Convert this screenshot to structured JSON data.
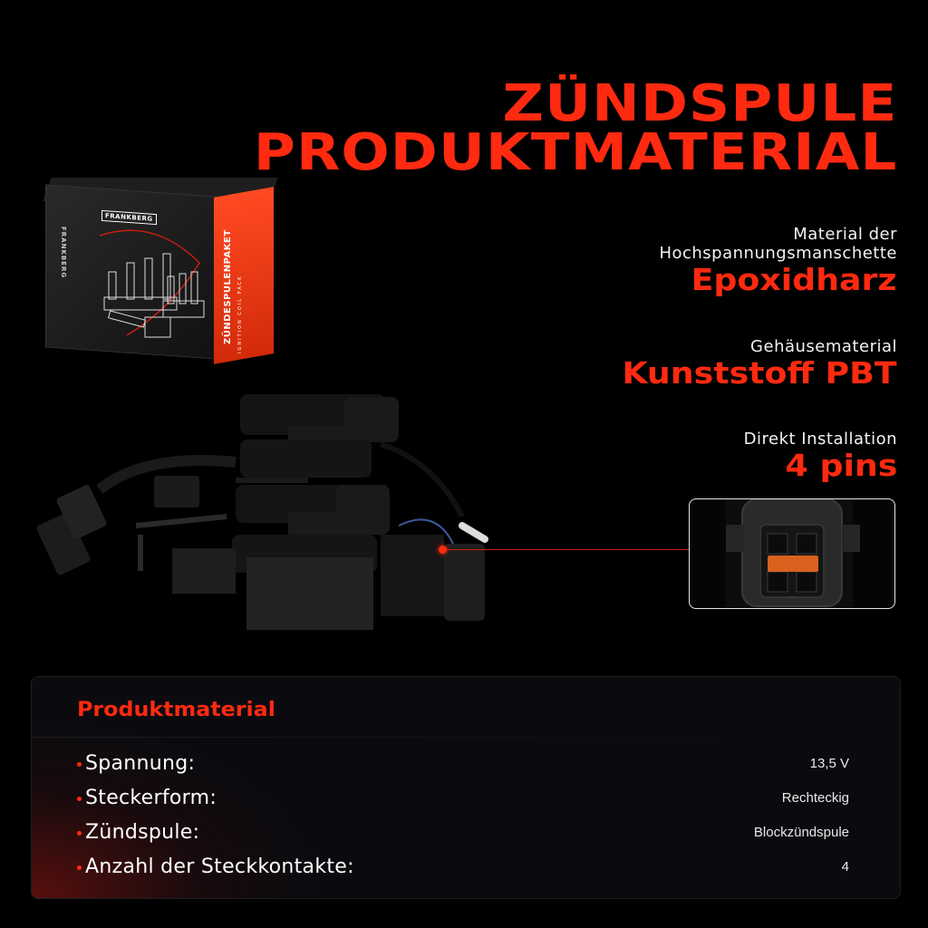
{
  "header": {
    "title_line1": "ZÜNDSPULE",
    "title_line2": "PRODUKTMATERIAL"
  },
  "specs": [
    {
      "label_line1": "Material der",
      "label_line2": "Hochspannungsmanschette",
      "value": "Epoxidharz"
    },
    {
      "label_line1": "Gehäusematerial",
      "value": "Kunststoff PBT"
    },
    {
      "label_line1": "Direkt Installation",
      "value": "4 pins"
    }
  ],
  "box": {
    "brand": "FRANKBERG",
    "side_title": "ZÜNDESPULENPAKET",
    "side_subtitle": "IGNITION COIL PACK",
    "left_text": "FRANKBERG"
  },
  "panel": {
    "title": "Produktmaterial",
    "rows": [
      {
        "label": "Spannung:",
        "value": "13,5 V"
      },
      {
        "label": "Steckerform:",
        "value": "Rechteckig"
      },
      {
        "label": "Zündspule:",
        "value": "Blockzündspule"
      },
      {
        "label": "Anzahl der Steckkontakte:",
        "value": "4"
      }
    ]
  },
  "colors": {
    "accent": "#ff2a10",
    "background": "#000000",
    "panel_bg": "#0b0b0f",
    "text": "#ffffff"
  }
}
